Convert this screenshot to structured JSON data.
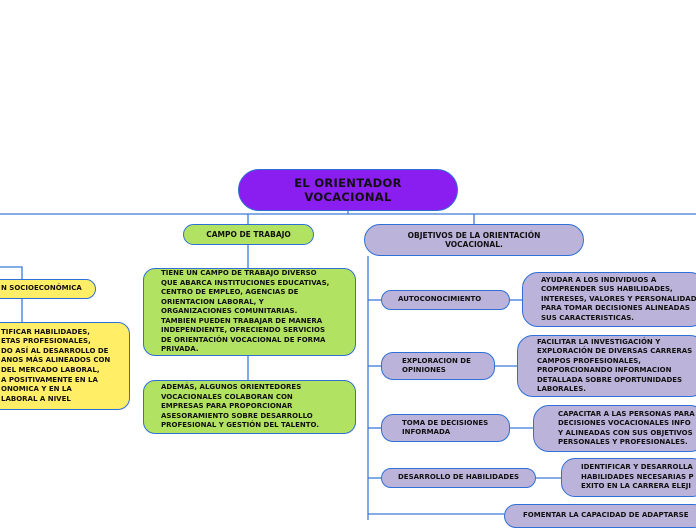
{
  "root": {
    "title": "EL ORIENTADOR\nVOCACIONAL"
  },
  "left_branch": {
    "heading": "N SOCIOECONÓMICA",
    "description": "TIFICAR HABILIDADES,\nETAS PROFESIONALES,\nDO ASÍ AL DESARROLLO DE\nANOS MÁS ALINEADOS CON\nDEL MERCADO LABORAL,\nA POSITIVAMENTE EN LA\nONOMICA Y EN LA\nLABORAL A NIVEL"
  },
  "campo": {
    "heading": "CAMPO DE TRABAJO",
    "items": [
      "TIENE UN CAMPO DE TRABAJO DIVERSO\nQUE ABARCA INSTITUCIONES EDUCATIVAS,\nCENTRO DE EMPLEO, AGENCIAS DE\nORIENTACION LABORAL, Y\nORGANIZACIONES COMUNITARIAS.\nTAMBIEN PUEDEN TRABAJAR DE MANERA\nINDEPENDIENTE, OFRECIENDO SERVICIOS\nDE ORIENTACIÓN VOCACIONAL DE FORMA\nPRIVADA.",
      "ADEMÁS, ALGUNOS ORIENTEDORES\nVOCACIONALES COLABORAN CON\nEMPRESAS PARA PROPORCIONAR\nASESORAMIENTO SOBRE DESARROLLO\nPROFESIONAL Y GESTIÓN DEL TALENTO."
    ]
  },
  "objetivos": {
    "heading": "OBJETIVOS DE LA ORIENTACIÓN\nVOCACIONAL.",
    "items": [
      {
        "label": "AUTOCONOCIMIENTO",
        "detail": "AYUDAR A LOS INDIVIDUOS A\nCOMPRENDER SUS HABILIDADES,\nINTERESES, VALORES Y PERSONALIDAD\nPARA TOMAR DECISIONES ALINEADAS\nSUS CARACTERISTICAS."
      },
      {
        "label": "EXPLORACION DE\nOPINIONES",
        "detail": "FACILITAR LA INVESTIGACIÓN Y\nEXPLORACIÓN DE DIVERSAS CARRERAS\nCAMPOS PROFESIONALES,\nPROPORCIONANDO INFORMACION\nDETALLADA SOBRE OPORTUNIDADES\nLABORALES."
      },
      {
        "label": "TOMA DE DECISIONES\nINFORMADA",
        "detail": "CAPACITAR A LAS PERSONAS PARA\nDECISIONES VOCACIONALES INFO\nY ALINEADAS CON SUS OBJETIVOS\nPERSONALES Y PROFESIONALES."
      },
      {
        "label": "DESARROLLO DE HABILIDADES",
        "detail": "IDENTIFICAR Y DESARROLLA\nHABILIDADES NECESARIAS P\nEXITO EN LA CARRERA ELEJI"
      }
    ],
    "extra": "FOMENTAR LA CAPACIDAD DE ADAPTARSE"
  }
}
